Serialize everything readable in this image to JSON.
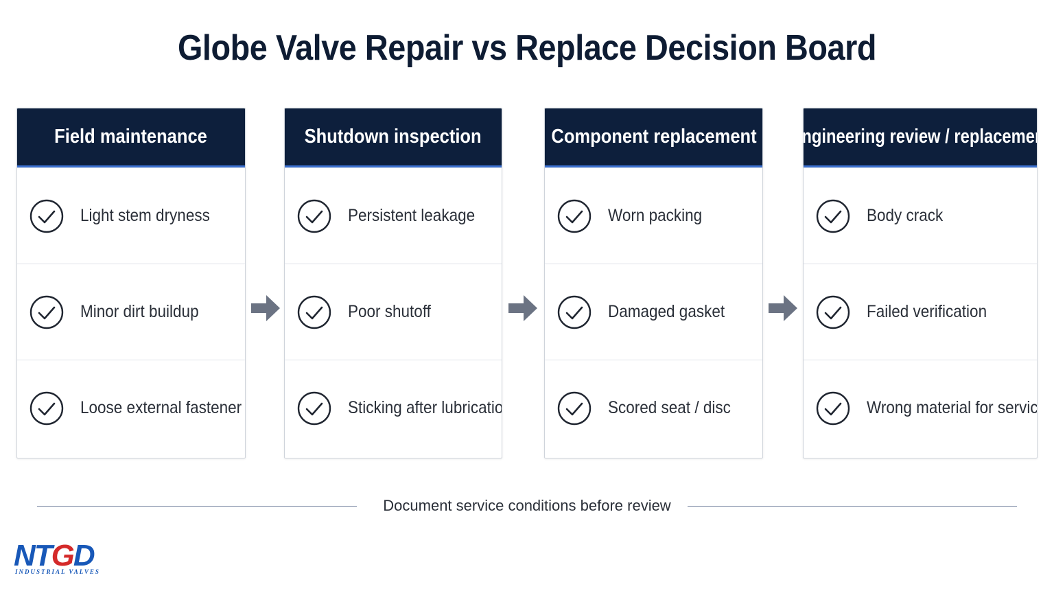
{
  "title": "Globe Valve Repair vs Replace Decision Board",
  "columns": [
    {
      "header": "Field maintenance",
      "items": [
        "Light stem dryness",
        "Minor dirt buildup",
        "Loose external fastener"
      ]
    },
    {
      "header": "Shutdown inspection",
      "items": [
        "Persistent leakage",
        "Poor shutoff",
        "Sticking after lubrication"
      ]
    },
    {
      "header": "Component replacement",
      "items": [
        "Worn packing",
        "Damaged gasket",
        "Scored seat / disc"
      ]
    },
    {
      "header": "Engineering review / replacement",
      "items": [
        "Body crack",
        "Failed verification",
        "Wrong material for service"
      ]
    }
  ],
  "footer": "Document service conditions before review",
  "logo": {
    "name": "NTGD",
    "tagline": "INDUSTRIAL VALVES"
  },
  "colors": {
    "header_bg": "#0d1f3c",
    "header_accent": "#3a6fd0",
    "arrow": "#6b7383",
    "logo_blue": "#1858b8",
    "logo_red": "#d42a2a"
  },
  "icons": {
    "row_marker": "check-circle-icon",
    "flow_connector": "right-arrow-icon"
  }
}
